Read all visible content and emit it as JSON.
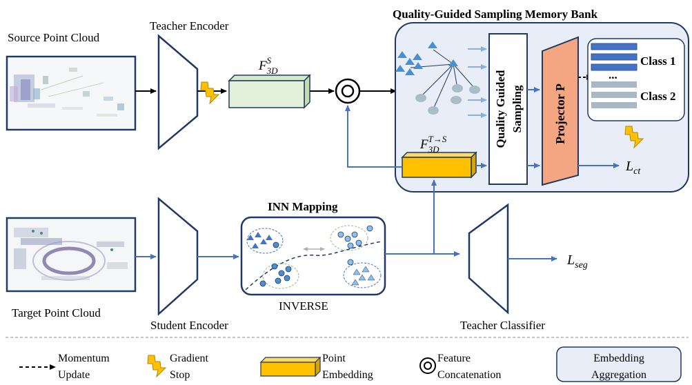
{
  "labels": {
    "source_point_cloud": "Source Point Cloud",
    "target_point_cloud": "Target Point Cloud",
    "teacher_encoder": "Teacher Encoder",
    "student_encoder": "Student Encoder",
    "teacher_classifier": "Teacher Classifier",
    "inn_mapping": "INN Mapping",
    "inverse": "INVERSE",
    "memory_bank_title": "Quality-Guided Sampling Memory Bank",
    "quality_guided_sampling_line1": "Quality  Guided",
    "quality_guided_sampling_line2": "Sampling",
    "projector": "Projector  P",
    "class1": "Class 1",
    "class2": "Class 2",
    "ellipsis": "...",
    "f3d_s_main": "F",
    "f3d_s_sup": "S",
    "f3d_s_sub": "3D",
    "f3d_ts_main": "F",
    "f3d_ts_sup": "T→S",
    "f3d_ts_sub": "3D",
    "l_ct_main": "L",
    "l_ct_sub": "ct",
    "l_seg_main": "L",
    "l_seg_sub": "seg"
  },
  "legend": {
    "momentum_update_line1": "Momentum",
    "momentum_update_line2": "Update",
    "gradient_stop_line1": "Gradient",
    "gradient_stop_line2": "Stop",
    "point_embedding_line1": "Point",
    "point_embedding_line2": "Embedding",
    "feature_concat_line1": "Feature",
    "feature_concat_line2": "Concatenation",
    "embedding_agg_line1": "Embedding",
    "embedding_agg_line2": "Aggregation"
  },
  "colors": {
    "navy": "#1f3864",
    "blue_arrow": "#4472c4",
    "panel_fill": "#e8edf7",
    "feature_green": "#e2f0d9",
    "embedding_yellow": "#ffc000",
    "projector_orange": "#f4a582",
    "class1_bar": "#4472c4",
    "class2_bar": "#a8b8c4",
    "triangle_blue": "#4a90d0",
    "grey_circle": "#a9bcc8",
    "lightning": "#ffc000"
  },
  "icons": [
    "gradient-stop-lightning-icon",
    "feature-concatenation-icon"
  ]
}
